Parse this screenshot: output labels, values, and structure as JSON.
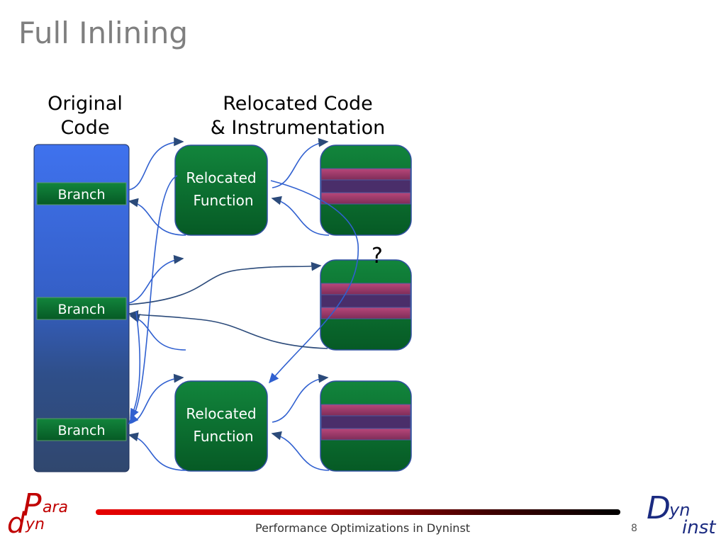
{
  "slide": {
    "title": "Full Inlining",
    "page_number": "8",
    "footer": "Performance Optimizations in Dyninst"
  },
  "headings": {
    "original_line1": "Original",
    "original_line2": "Code",
    "relocated_line1": "Relocated Code",
    "relocated_line2": "& Instrumentation"
  },
  "original_code": {
    "branches": [
      "Branch",
      "Branch",
      "Branch"
    ]
  },
  "relocated_functions": [
    {
      "line1": "Relocated",
      "line2": "Function"
    },
    {
      "line1": "Relocated",
      "line2": "Function"
    }
  ],
  "question_mark": "?",
  "logos": {
    "paradyn_big": "P",
    "paradyn_small": "ara",
    "paradyn_d": "d",
    "paradyn_yn": "yn",
    "dyninst_big": "D",
    "dyninst_yn": "yn",
    "dyninst_inst": "inst"
  },
  "colors": {
    "code_blue_top": "#3a6ae0",
    "code_blue_bottom": "#2e4a7a",
    "block_green": "#0c7a34",
    "block_green_dark": "#075524",
    "instr_stripe": "#9b3a6a",
    "instr_band": "#4a2e6a",
    "arrow_blue": "#3060d0",
    "arrow_navy": "#2b4a7a",
    "paradyn_red": "#c00000",
    "dyninst_navy": "#1a2a80"
  }
}
